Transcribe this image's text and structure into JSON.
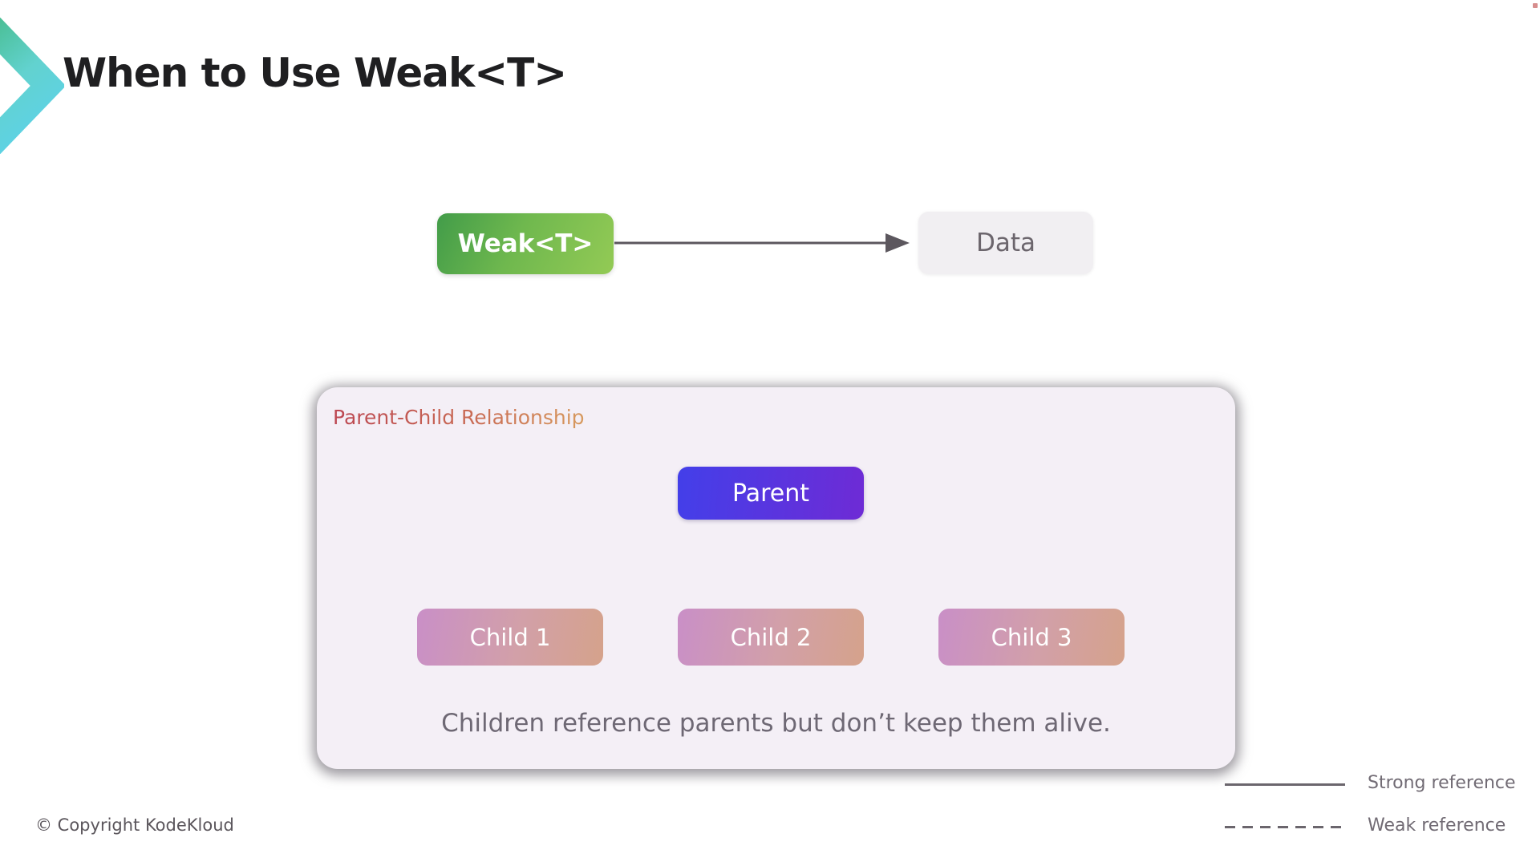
{
  "slide": {
    "title": "When to Use Weak<T>",
    "copyright": "© Copyright KodeKloud"
  },
  "top_diagram": {
    "source_label": "Weak<T>",
    "target_label": "Data"
  },
  "panel": {
    "title": "Parent-Child Relationship",
    "parent_label": "Parent",
    "children": [
      "Child 1",
      "Child 2",
      "Child 3"
    ],
    "caption": "Children reference parents but don’t keep them alive."
  },
  "legend": {
    "strong_label": "Strong reference",
    "weak_label": "Weak reference"
  },
  "colors": {
    "weak_node_gradient": [
      "#429c49",
      "#93ca55"
    ],
    "data_node_bg": "#f1eff2",
    "parent_node_gradient": [
      "#433fe9",
      "#6e2bd5"
    ],
    "child_node_gradient": [
      "#c98fc7",
      "#d5a28b"
    ],
    "panel_bg": "#f4eff6",
    "panel_title_gradient": [
      "#bc4752",
      "#d79a5e"
    ],
    "arrow": "#5c575e",
    "logo_gradient": [
      "#48bd90",
      "#5ed2e4"
    ],
    "title_text": "#1f1f21",
    "caption_text": "#6e6874"
  }
}
